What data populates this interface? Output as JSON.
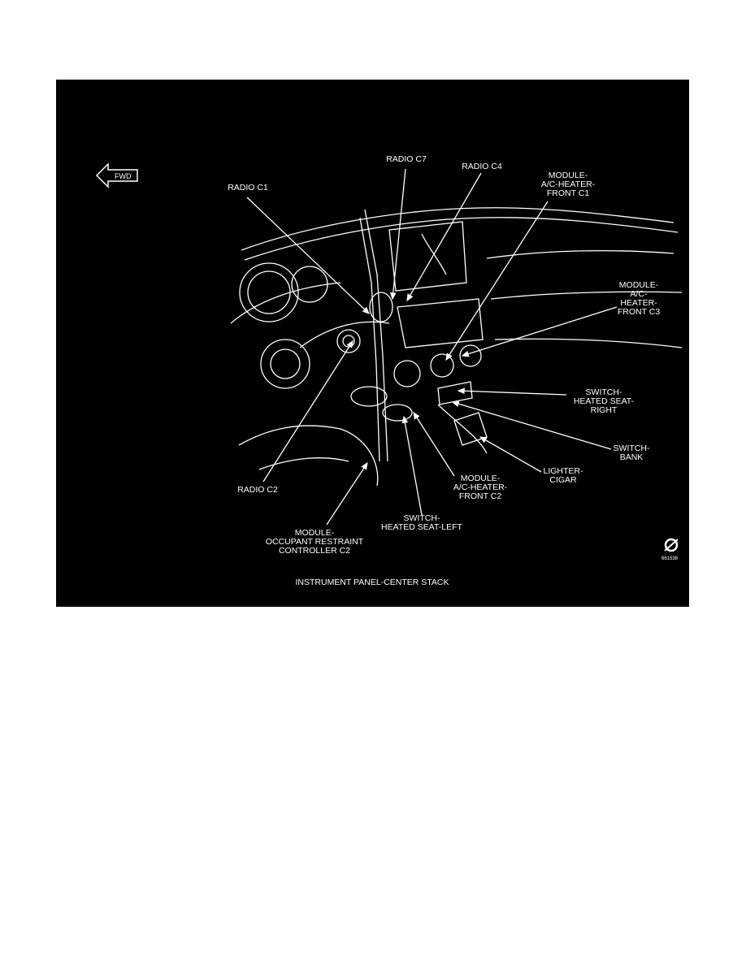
{
  "figure": {
    "caption": "INSTRUMENT PANEL-CENTER STACK",
    "figure_number": "661538",
    "fwd_label": "FWD",
    "background": "#000000",
    "ink": "#ffffff",
    "labels": {
      "radio_c1": "RADIO C1",
      "radio_c7": "RADIO C7",
      "radio_c4": "RADIO C4",
      "module_front_c1": "MODULE-\nA/C-HEATER-\nFRONT C1",
      "module_front_c3": "MODULE-\nA/C-HEATER-\nFRONT C3",
      "switch_heated_seat_right": "SWITCH-\nHEATED SEAT-RIGHT",
      "switch_bank": "SWITCH-\nBANK",
      "lighter_cigar": "LIGHTER-\nCIGAR",
      "module_front_c2": "MODULE-\nA/C-HEATER-\nFRONT C2",
      "switch_heated_seat_left": "SWITCH-\nHEATED SEAT-LEFT",
      "module_occupant_restraint": "MODULE-\nOCCUPANT RESTRAINT\nCONTROLLER C2",
      "radio_c2": "RADIO C2"
    }
  }
}
